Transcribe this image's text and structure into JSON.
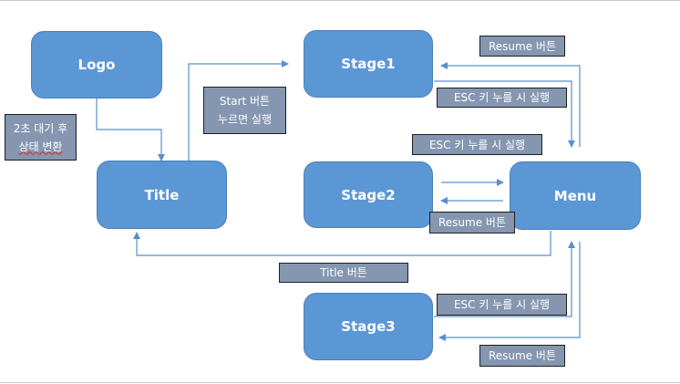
{
  "diagram": {
    "nodes": {
      "logo": "Logo",
      "title": "Title",
      "stage1": "Stage1",
      "stage2": "Stage2",
      "stage3": "Stage3",
      "menu": "Menu"
    },
    "labels": {
      "wait_line1": "2초 대기 후",
      "wait_line2": "상태 변환",
      "start_line1": "Start 버튼",
      "start_line2": "누르면 실행",
      "resume_stage1": "Resume 버튼",
      "esc_stage1": "ESC 키 누를 시 실행",
      "esc_stage2": "ESC 키 누를 시 실행",
      "resume_stage2": "Resume 버튼",
      "title_button": "Title 버튼",
      "esc_stage3": "ESC 키 누를 시 실행",
      "resume_stage3": "Resume 버튼"
    },
    "colors": {
      "node_fill": "#5b97d5",
      "label_fill": "#8496b0",
      "arrow": "#5b8fc9"
    }
  }
}
